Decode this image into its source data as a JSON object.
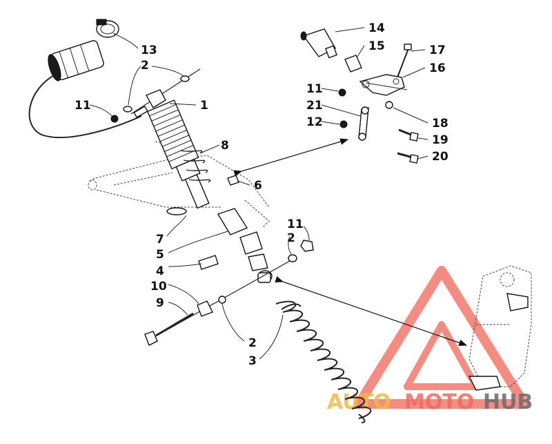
{
  "callouts": {
    "c1": "1",
    "c2a": "2",
    "c2b": "2",
    "c2c": "2",
    "c3": "3",
    "c4": "4",
    "c5": "5",
    "c6": "6",
    "c7": "7",
    "c8": "8",
    "c9": "9",
    "c10": "10",
    "c11a": "11",
    "c11b": "11",
    "c11c": "11",
    "c12": "12",
    "c13": "13",
    "c14": "14",
    "c15": "15",
    "c16": "16",
    "c17": "17",
    "c18": "18",
    "c19": "19",
    "c20": "20",
    "c21": "21"
  },
  "watermark": {
    "part1": "AUTO",
    "part2": "MOTO",
    "part3": "HUB",
    "colors": {
      "auto": "#f6b93b",
      "moto": "#f26a5e",
      "hub": "#6b6b6b"
    }
  }
}
